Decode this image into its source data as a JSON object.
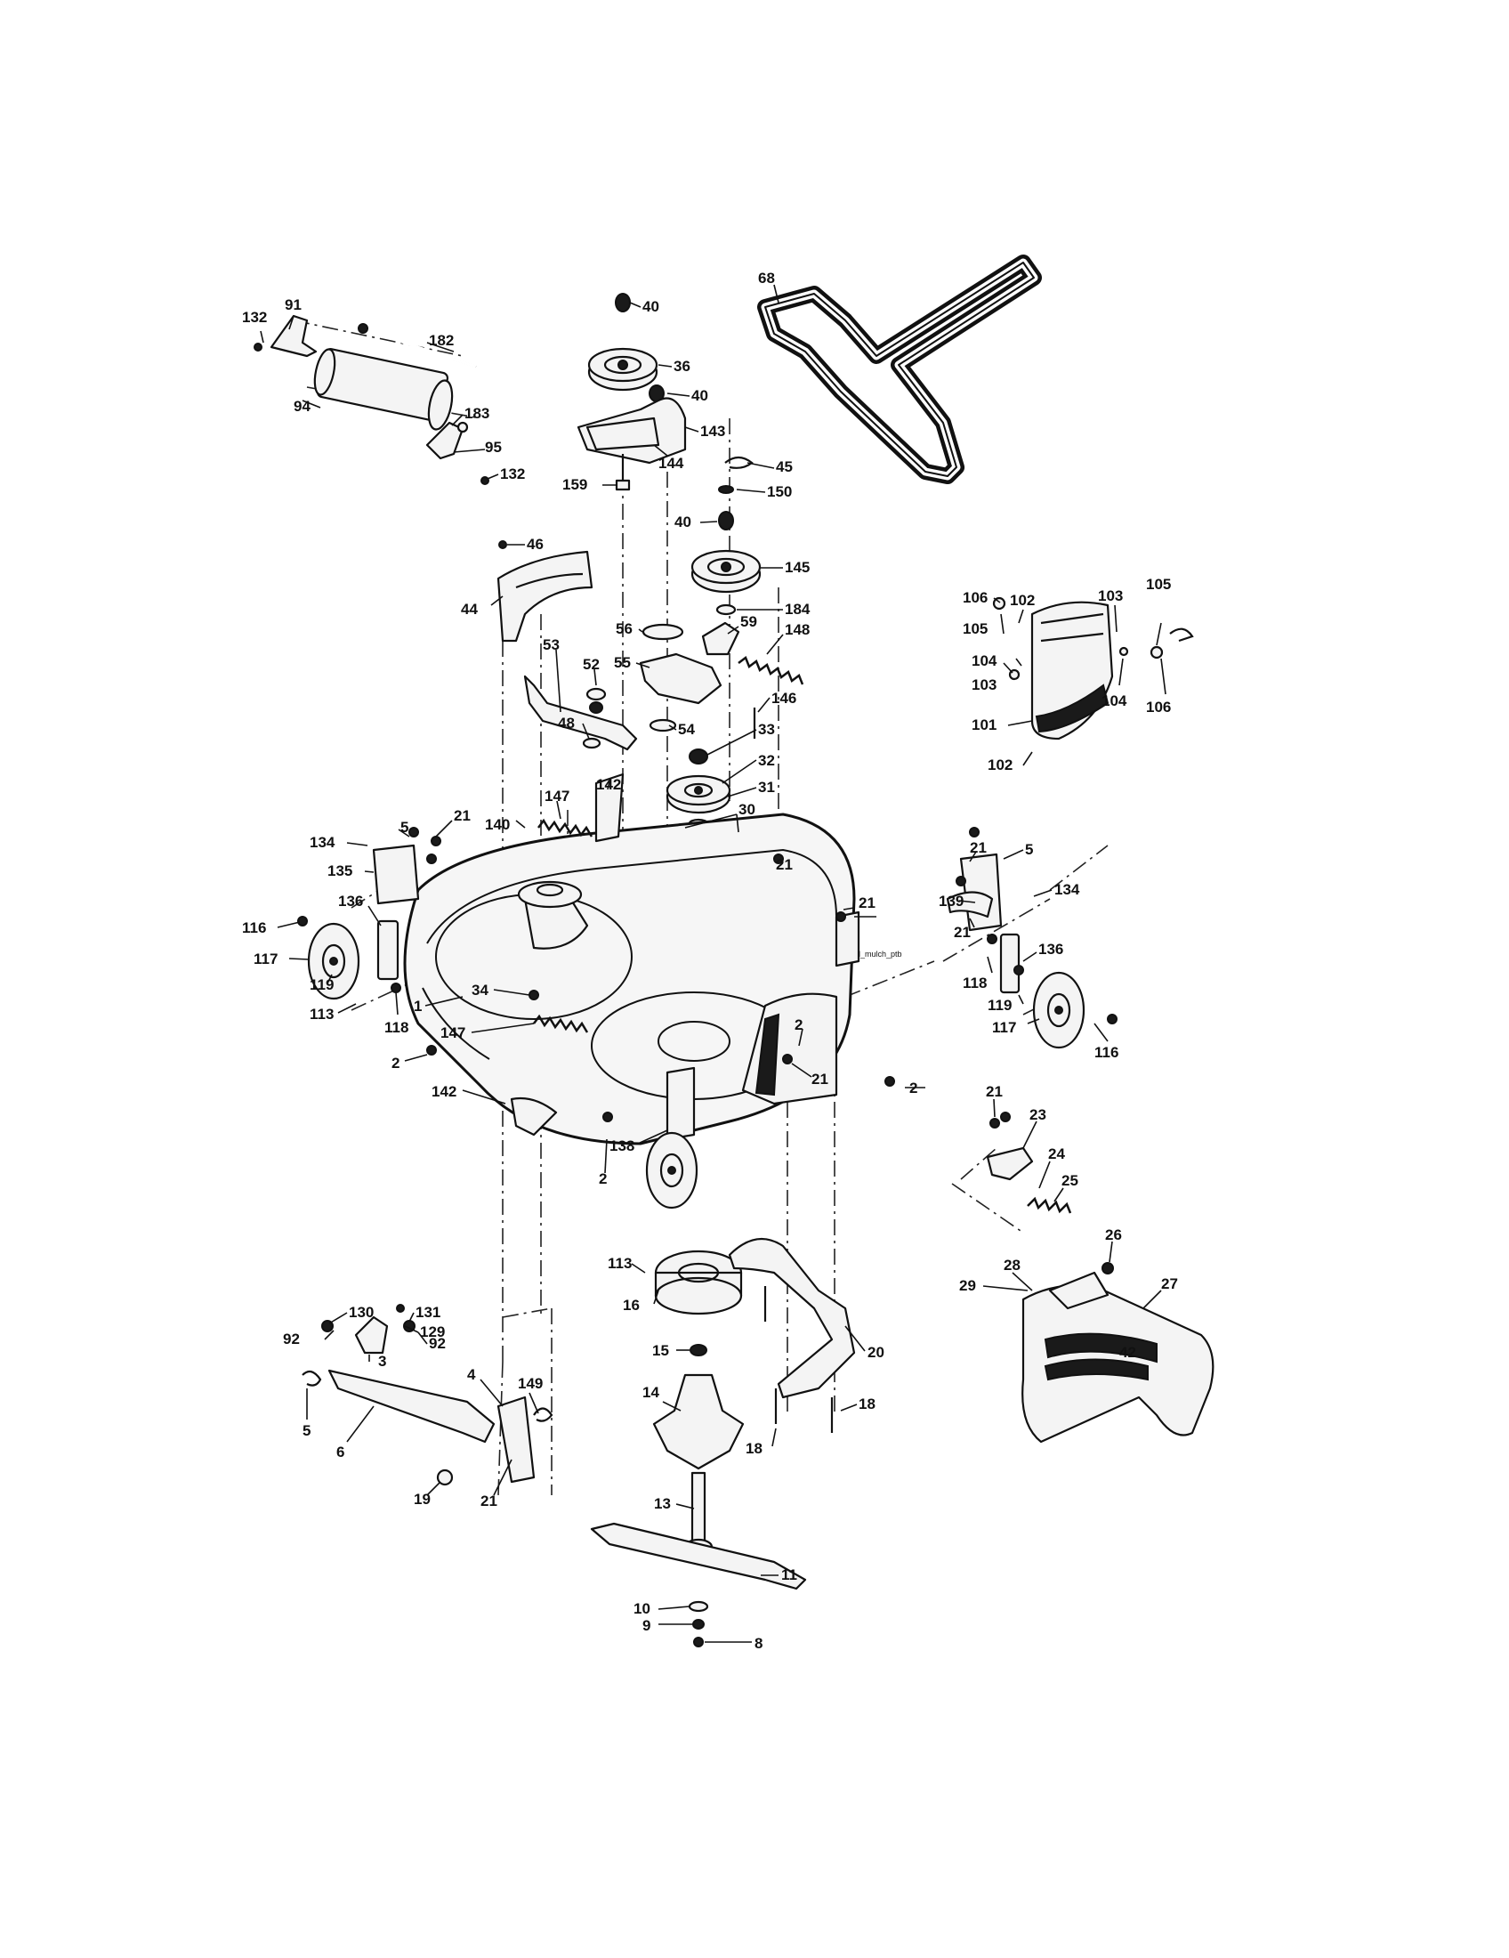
{
  "callouts": {
    "c132a": "132",
    "c91": "91",
    "c182": "182",
    "c94": "94",
    "c183": "183",
    "c95": "95",
    "c132b": "132",
    "c40a": "40",
    "c36": "36",
    "c40b": "40",
    "c143": "143",
    "c144": "144",
    "c159": "159",
    "c68": "68",
    "c45": "45",
    "c150": "150",
    "c40c": "40",
    "c145": "145",
    "c184": "184",
    "c46": "46",
    "c44": "44",
    "c59": "59",
    "c56": "56",
    "c148": "148",
    "c55": "55",
    "c53": "53",
    "c52": "52",
    "c146": "146",
    "c54": "54",
    "c33": "33",
    "c48": "48",
    "c32": "32",
    "c31": "31",
    "c30": "30",
    "c147a": "147",
    "c142a": "142",
    "c106a": "106",
    "c102a": "102",
    "c103a": "103",
    "c105a": "105",
    "c105b": "105",
    "c104a": "104",
    "c103b": "103",
    "c104b": "104",
    "c106b": "106",
    "c101": "101",
    "c102b": "102",
    "c134a": "134",
    "c5a": "5",
    "c21a": "21",
    "c140": "140",
    "c135": "135",
    "c136a": "136",
    "c116a": "116",
    "c117a": "117",
    "c119a": "119",
    "c113a": "113",
    "c118a": "118",
    "c34": "34",
    "c1": "1",
    "c147b": "147",
    "c2a": "2",
    "c142b": "142",
    "c21b": "21",
    "c5b": "5",
    "c21c": "21",
    "c21d": "21",
    "c139": "139",
    "c134b": "134",
    "c21e": "21",
    "c136b": "136",
    "c118b": "118",
    "c119b": "119",
    "c117b": "117",
    "c116b": "116",
    "c2b": "2",
    "c21f": "21",
    "c2c": "2",
    "c138": "138",
    "c2d": "2",
    "c21g": "21",
    "c23": "23",
    "c24": "24",
    "c25": "25",
    "c26": "26",
    "c28": "28",
    "c29": "29",
    "c27": "27",
    "c113b": "113",
    "c16": "16",
    "c15": "15",
    "c14": "14",
    "c20": "20",
    "c18a": "18",
    "c18b": "18",
    "c13": "13",
    "c11": "11",
    "c10": "10",
    "c9": "9",
    "c8": "8",
    "c130": "130",
    "c131": "131",
    "c129": "129",
    "c92a": "92",
    "c92b": "92",
    "c3": "3",
    "c4": "4",
    "c149": "149",
    "c5c": "5",
    "c6": "6",
    "c19": "19",
    "c21h": "21"
  },
  "deck_stamp": "ld_mulch_ptb",
  "chute_logo": "42"
}
